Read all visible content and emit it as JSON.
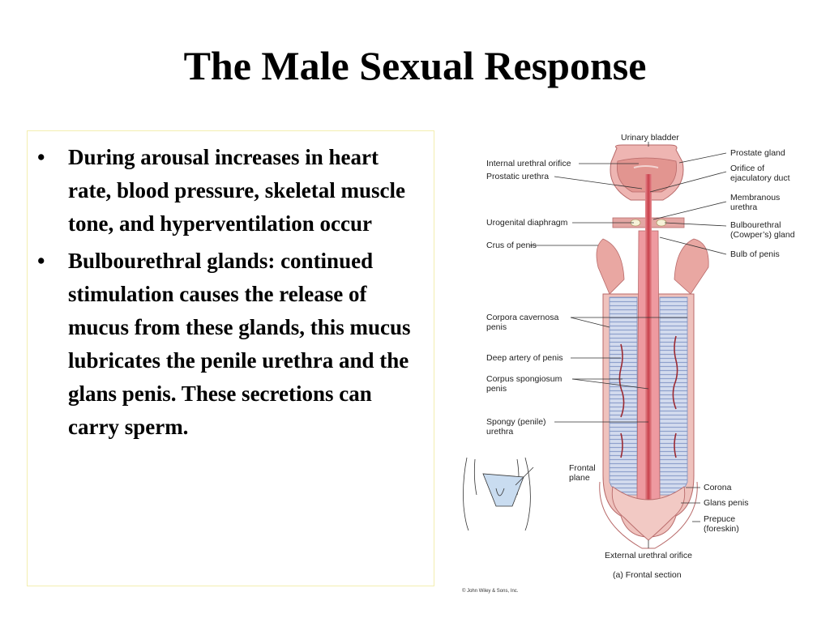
{
  "slide": {
    "title": "The Male Sexual Response",
    "bullets": [
      "During arousal increases in heart rate, blood pressure, skeletal muscle tone, and hyperventilation occur",
      "Bulbourethral glands: continued stimulation causes the release of mucus from these glands, this mucus lubricates the penile urethra and the glans penis. These secretions can carry sperm."
    ]
  },
  "diagram": {
    "caption": "(a) Frontal section",
    "copyright": "© John Wiley & Sons, Inc.",
    "labels_left": {
      "internal_urethral_orifice": "Internal urethral orifice",
      "prostatic_urethra": "Prostatic urethra",
      "urogenital_diaphragm": "Urogenital diaphragm",
      "crus_of_penis": "Crus of penis",
      "corpora_cavernosa_1": "Corpora cavernosa",
      "corpora_cavernosa_2": "penis",
      "deep_artery": "Deep artery of penis",
      "corpus_spongiosum_1": "Corpus spongiosum",
      "corpus_spongiosum_2": "penis",
      "spongy_urethra_1": "Spongy (penile)",
      "spongy_urethra_2": "urethra",
      "frontal_plane_1": "Frontal",
      "frontal_plane_2": "plane"
    },
    "labels_right": {
      "urinary_bladder": "Urinary bladder",
      "prostate_gland": "Prostate gland",
      "orifice_1": "Orifice of",
      "orifice_2": "ejaculatory duct",
      "membranous_1": "Membranous",
      "membranous_2": "urethra",
      "bulbourethral_1": "Bulbourethral",
      "bulbourethral_2": "(Cowper’s) gland",
      "bulb_of_penis": "Bulb of penis",
      "corona": "Corona",
      "glans_penis": "Glans penis",
      "prepuce_1": "Prepuce",
      "prepuce_2": "(foreskin)",
      "external_orifice": "External urethral orifice"
    },
    "colors": {
      "tissue_pink": "#e9a3a0",
      "urethra_red": "#d9545f",
      "cavernosa_blue": "#c9d3ea",
      "outline": "#b86a6a"
    }
  }
}
